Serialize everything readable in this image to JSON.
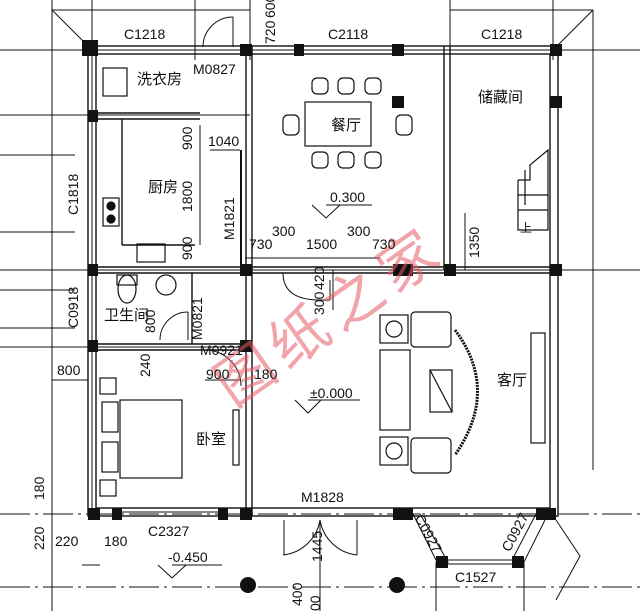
{
  "rooms": {
    "laundry": "洗衣房",
    "dining": "餐厅",
    "storage": "储藏间",
    "kitchen": "厨房",
    "bathroom": "卫生间",
    "bedroom": "卧室",
    "living": "客厅",
    "stair_up": "上"
  },
  "windows": {
    "w_top_left": "C1218",
    "w_top_mid": "C2118",
    "w_top_right": "C1218",
    "w_left_kitchen": "C1818",
    "w_left_bath": "C0918",
    "w_bottom_bed": "C2327",
    "w_bay_left": "C0927",
    "w_bay_right": "C0927",
    "w_bay_front": "C1527"
  },
  "doors": {
    "d_laundry": "M0827",
    "d_kitchen": "M1821",
    "d_bath": "M0821",
    "d_bed": "M0921",
    "d_main": "M1828"
  },
  "levels": {
    "dining": "0.300",
    "living": "±0.000",
    "outside": "-0.450"
  },
  "dimensions": {
    "top_720": "720",
    "top_600": "600",
    "d900a": "900",
    "d1040": "1040",
    "d1800": "1800",
    "d900b": "900",
    "d730a": "730",
    "d300a": "300",
    "d1500": "1500",
    "d300b": "300",
    "d730b": "730",
    "d300c": "300",
    "d420": "420",
    "d1350": "1350",
    "d800v": "800",
    "d800": "800",
    "d240": "240",
    "d900c": "900",
    "d180a": "180",
    "d180b": "180",
    "d220a": "220",
    "d220b": "220",
    "d180c": "180",
    "d1445": "1445",
    "d400": "400",
    "d_00": "00"
  },
  "watermark": "图纸之家"
}
